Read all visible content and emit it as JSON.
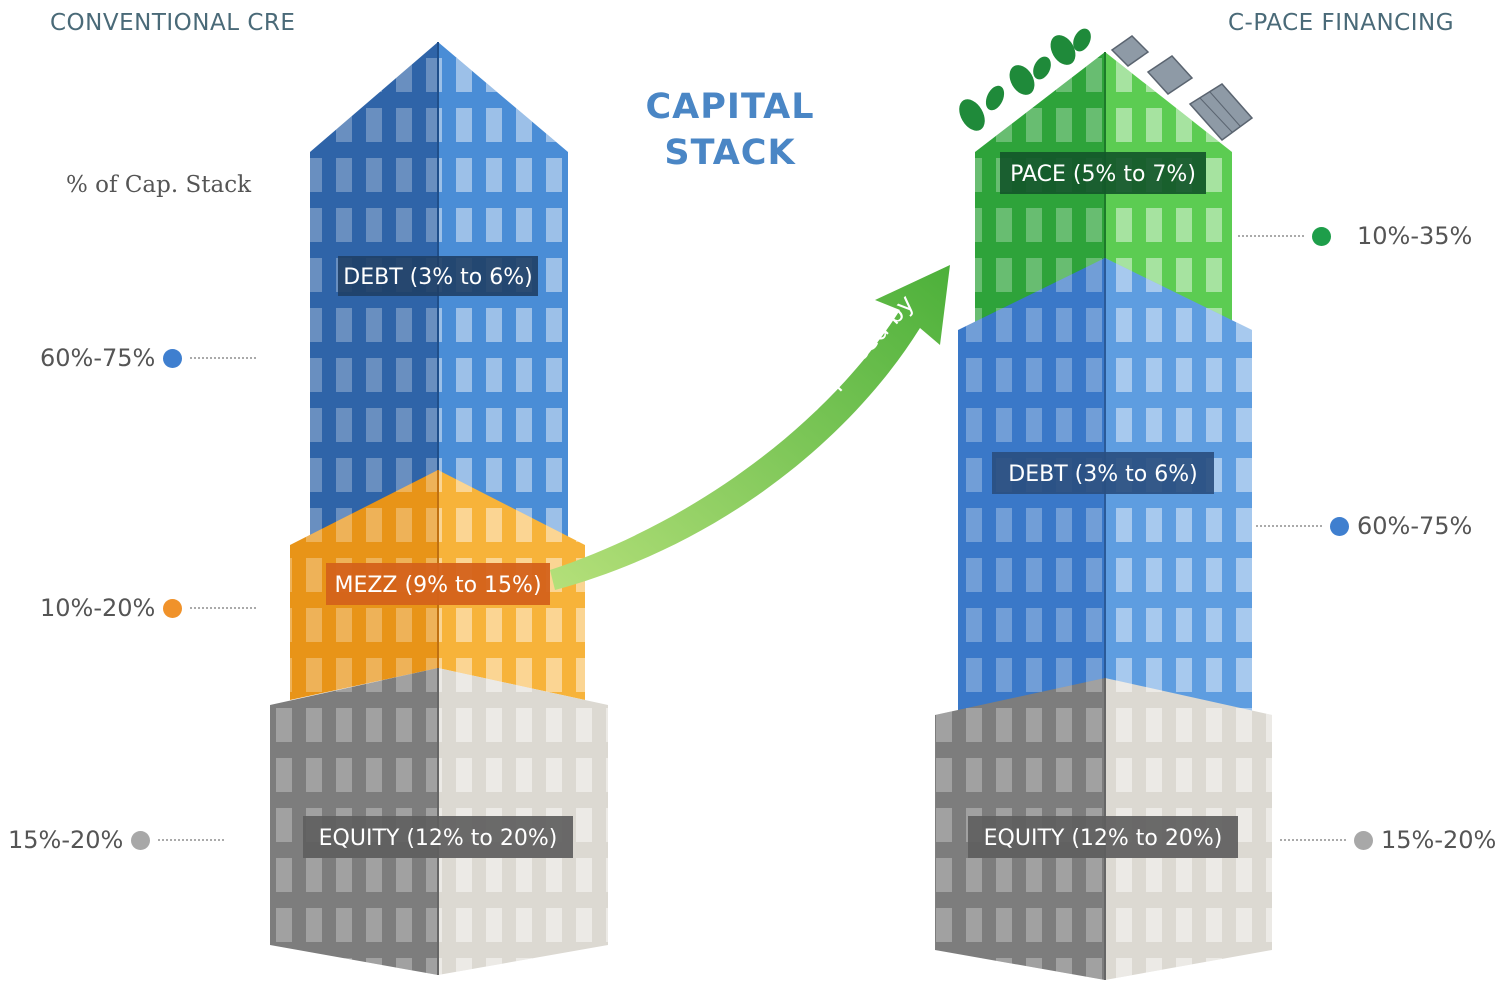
{
  "headers": {
    "left": "CONVENTIONAL CRE",
    "right": "C-PACE FINANCING",
    "center_line1": "CAPITAL",
    "center_line2": "STACK",
    "axis_label": "% of Cap. Stack"
  },
  "left_stack": {
    "debt_label": "DEBT (3% to 6%)",
    "mezz_label": "MEZZ (9% to 15%)",
    "equity_label": "EQUITY (12% to 20%)",
    "debt_pct": "60%-75%",
    "mezz_pct": "10%-20%",
    "equity_pct": "15%-20%"
  },
  "right_stack": {
    "pace_label": "PACE (5% to 7%)",
    "debt_label": "DEBT (3% to 6%)",
    "equity_label": "EQUITY (12% to 20%)",
    "pace_pct": "10%-35%",
    "debt_pct": "60%-75%",
    "equity_pct": "15%-20%"
  },
  "arrow_label": "Replaced by",
  "colors": {
    "debt": "#3f7fcf",
    "mezz": "#f0a020",
    "equity": "#9a9a9a",
    "pace": "#3cb043",
    "debt_dot": "#3f7fcf",
    "mezz_dot": "#f0922a",
    "equity_dot": "#a8a8a8",
    "pace_dot": "#1e9e4a"
  },
  "icons": [
    "leaf-icon",
    "solar-panel-icon"
  ]
}
